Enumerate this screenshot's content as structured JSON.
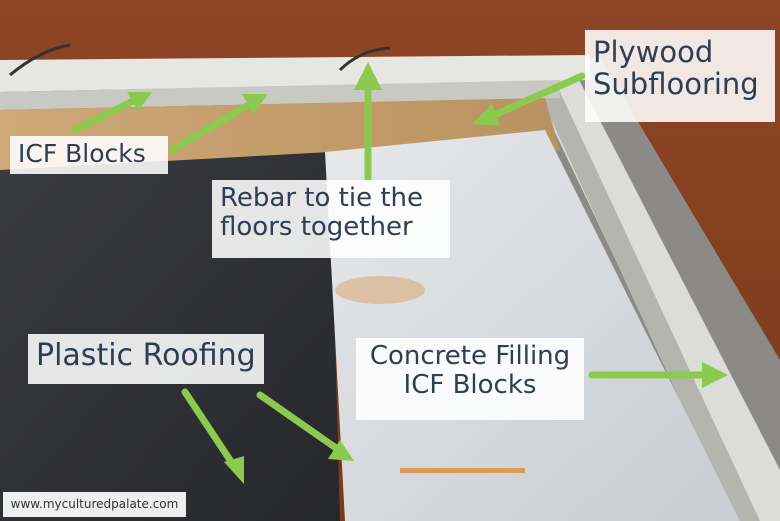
{
  "photo": {
    "subject": "construction-site-floor",
    "colors": {
      "soil": "#8a4424",
      "plywood": "#c9a273",
      "icf": "#e6e6e2",
      "concrete": "#8c8a86",
      "dark_roofing": "#2f3034",
      "white_roofing": "#d9dcdf",
      "arrow": "#8cc94f",
      "label_text": "#2e3e54"
    }
  },
  "labels": {
    "icf_blocks": "ICF Blocks",
    "plywood_line1": "Plywood",
    "plywood_line2": "Subflooring",
    "rebar_line1": "Rebar to tie the",
    "rebar_line2": "floors together",
    "plastic_roofing": "Plastic Roofing",
    "concrete_line1": "Concrete Filling",
    "concrete_line2": "ICF Blocks"
  },
  "watermark": "www.myculturedpalate.com"
}
